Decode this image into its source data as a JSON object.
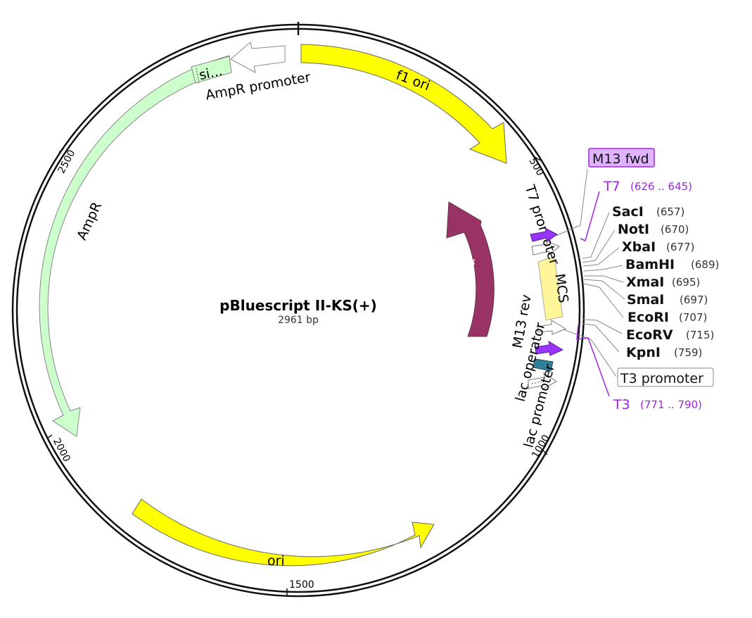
{
  "plasmid": {
    "name": "pBluescript II-KS(+)",
    "length": "2961 bp"
  },
  "ticks": [
    {
      "label": "500",
      "bp": 500
    },
    {
      "label": "1000",
      "bp": 1000
    },
    {
      "label": "1500",
      "bp": 1500
    },
    {
      "label": "2000",
      "bp": 2000
    },
    {
      "label": "2500",
      "bp": 2500
    }
  ],
  "features": [
    {
      "id": "f1-ori",
      "label": "f1 ori",
      "color": "#ffff00",
      "type": "arrow-cw"
    },
    {
      "id": "ori",
      "label": "ori",
      "color": "#ffff00",
      "type": "arrow-cw"
    },
    {
      "id": "ampr",
      "label": "AmpR",
      "color": "#ccffcc",
      "type": "arrow-ccw"
    },
    {
      "id": "signal",
      "label": "si...",
      "color": "#ccffcc",
      "type": "box"
    },
    {
      "id": "ampr-promoter",
      "label": "AmpR promoter",
      "color": "#ffffff",
      "type": "arrow-ccw"
    },
    {
      "id": "lacza",
      "label": "lacZα",
      "color": "#993366",
      "type": "arrow-ccw"
    },
    {
      "id": "mcs",
      "label": "MCS",
      "color": "#fff599",
      "type": "box"
    },
    {
      "id": "t7-promoter",
      "label": "T7 promoter",
      "color": "#ffffff",
      "type": "small-arrow"
    },
    {
      "id": "m13-rev",
      "label": "M13 rev",
      "color": "#9933ff",
      "type": "small-arrow"
    },
    {
      "id": "lac-operator",
      "label": "lac operator",
      "color": "#2f7f99",
      "type": "box"
    },
    {
      "id": "lac-promoter",
      "label": "lac promoter",
      "color": "#ffffff",
      "type": "small-arrow"
    }
  ],
  "primers": {
    "m13_fwd": "M13 fwd",
    "t7": {
      "name": "T7",
      "range": "(626 .. 645)"
    },
    "t3_promoter": "T3 promoter",
    "t3": {
      "name": "T3",
      "range": "(771 .. 790)"
    }
  },
  "sites": [
    {
      "name": "SacI",
      "pos": "(657)"
    },
    {
      "name": "NotI",
      "pos": "(670)"
    },
    {
      "name": "XbaI",
      "pos": "(677)"
    },
    {
      "name": "BamHI",
      "pos": "(689)"
    },
    {
      "name": "XmaI",
      "pos": "(695)"
    },
    {
      "name": "SmaI",
      "pos": "(697)"
    },
    {
      "name": "EcoRI",
      "pos": "(707)"
    },
    {
      "name": "EcoRV",
      "pos": "(715)"
    },
    {
      "name": "KpnI",
      "pos": "(759)"
    }
  ],
  "colors": {
    "backbone": "#111111",
    "primer": "#a024e0",
    "primer_box_fill": "#e0b3ff",
    "yellow": "#ffff00",
    "green": "#ccffcc",
    "lacz": "#993366"
  }
}
